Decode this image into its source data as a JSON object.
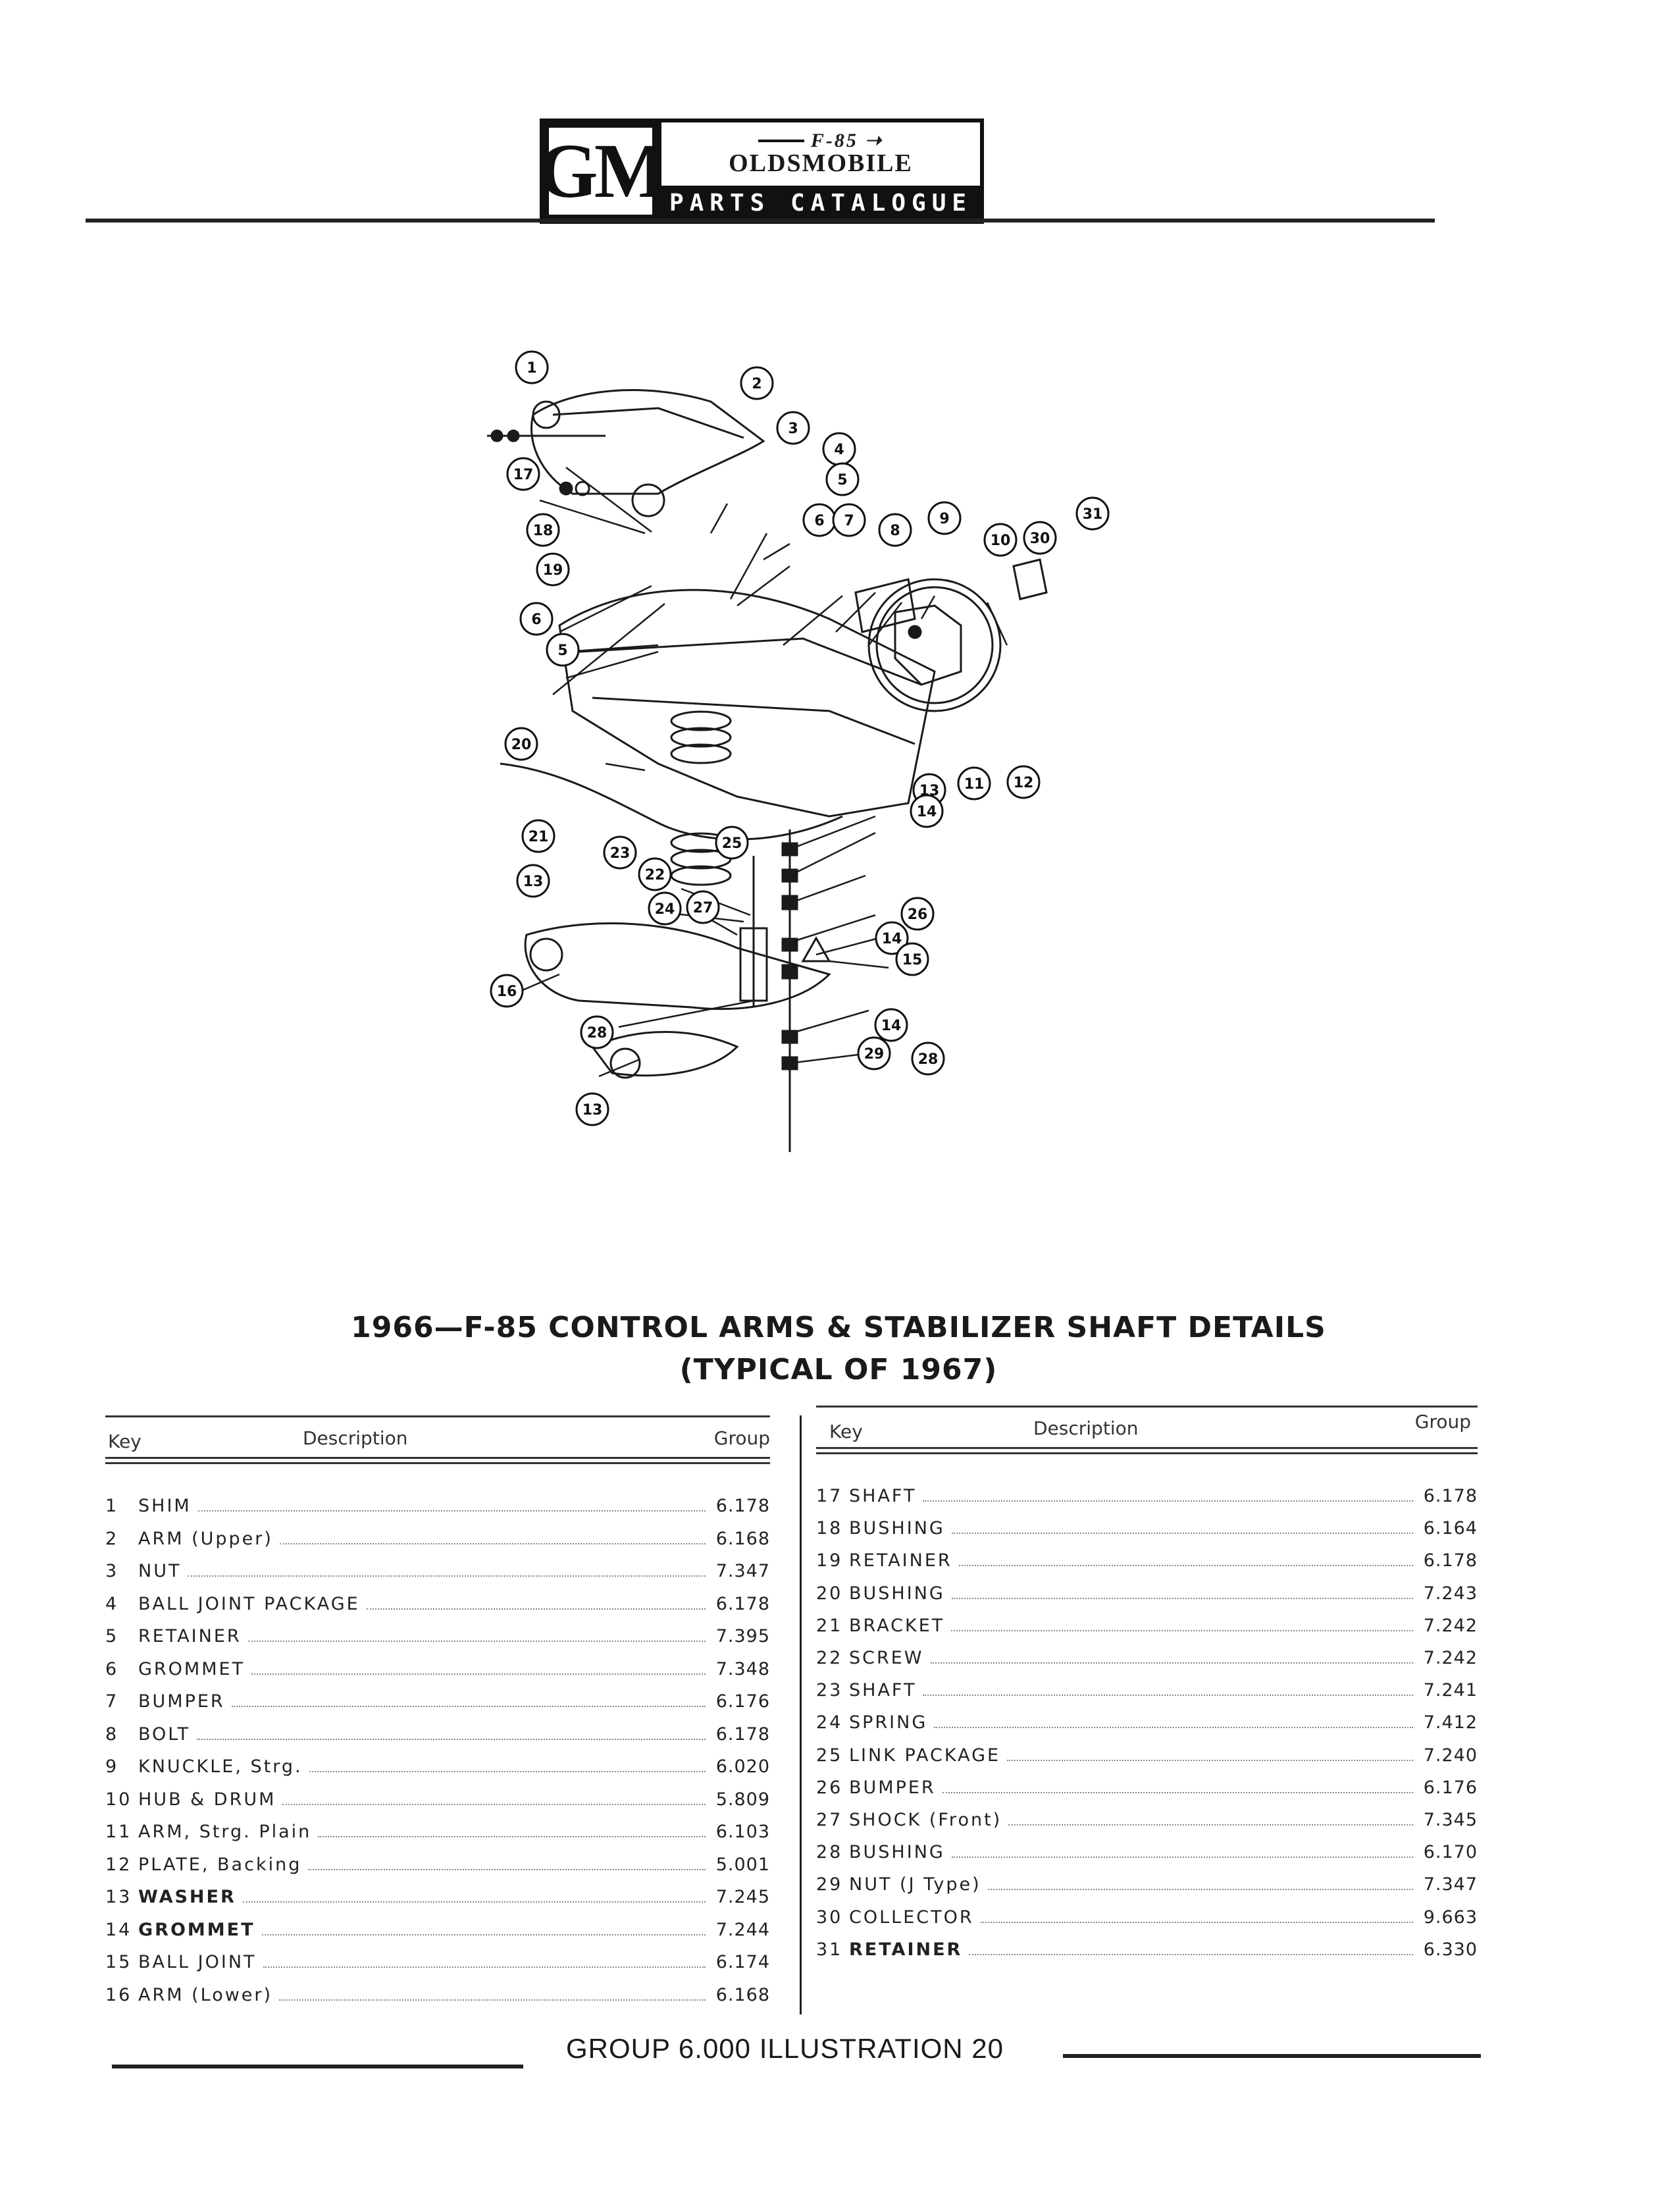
{
  "header": {
    "logo_gm": "GM",
    "logo_model": "F-85",
    "logo_make": "OLDSMOBILE",
    "logo_catalogue": "PARTS CATALOGUE"
  },
  "diagram": {
    "callouts": [
      "1",
      "2",
      "3",
      "4",
      "5",
      "6",
      "7",
      "8",
      "9",
      "10",
      "30",
      "31",
      "17",
      "18",
      "19",
      "6",
      "5",
      "20",
      "11",
      "12",
      "13",
      "14",
      "21",
      "23",
      "25",
      "13",
      "22",
      "24",
      "27",
      "26",
      "14",
      "15",
      "16",
      "28",
      "14",
      "29",
      "13",
      "28"
    ]
  },
  "title": {
    "line1": "1966—F-85 CONTROL ARMS & STABILIZER SHAFT DETAILS",
    "line2": "(TYPICAL OF 1967)"
  },
  "table_left": {
    "headers": {
      "key": "Key",
      "description": "Description",
      "group": "Group"
    },
    "rows": [
      {
        "key": "1",
        "description": "SHIM",
        "group": "6.178"
      },
      {
        "key": "2",
        "description": "ARM (Upper)",
        "group": "6.168"
      },
      {
        "key": "3",
        "description": "NUT",
        "group": "7.347"
      },
      {
        "key": "4",
        "description": "BALL JOINT PACKAGE",
        "group": "6.178"
      },
      {
        "key": "5",
        "description": "RETAINER",
        "group": "7.395"
      },
      {
        "key": "6",
        "description": "GROMMET",
        "group": "7.348"
      },
      {
        "key": "7",
        "description": "BUMPER",
        "group": "6.176"
      },
      {
        "key": "8",
        "description": "BOLT",
        "group": "6.178"
      },
      {
        "key": "9",
        "description": "KNUCKLE, Strg.",
        "group": "6.020"
      },
      {
        "key": "10",
        "description": "HUB & DRUM",
        "group": "5.809"
      },
      {
        "key": "11",
        "description": "ARM, Strg. Plain",
        "group": "6.103"
      },
      {
        "key": "12",
        "description": "PLATE, Backing",
        "group": "5.001"
      },
      {
        "key": "13",
        "description": "WASHER",
        "group": "7.245"
      },
      {
        "key": "14",
        "description": "GROMMET",
        "group": "7.244"
      },
      {
        "key": "15",
        "description": "BALL JOINT",
        "group": "6.174"
      },
      {
        "key": "16",
        "description": "ARM (Lower)",
        "group": "6.168"
      }
    ]
  },
  "table_right": {
    "headers": {
      "key": "Key",
      "description": "Description",
      "group": "Group"
    },
    "rows": [
      {
        "key": "17",
        "description": "SHAFT",
        "group": "6.178"
      },
      {
        "key": "18",
        "description": "BUSHING",
        "group": "6.164"
      },
      {
        "key": "19",
        "description": "RETAINER",
        "group": "6.178"
      },
      {
        "key": "20",
        "description": "BUSHING",
        "group": "7.243"
      },
      {
        "key": "21",
        "description": "BRACKET",
        "group": "7.242"
      },
      {
        "key": "22",
        "description": "SCREW",
        "group": "7.242"
      },
      {
        "key": "23",
        "description": "SHAFT",
        "group": "7.241"
      },
      {
        "key": "24",
        "description": "SPRING",
        "group": "7.412"
      },
      {
        "key": "25",
        "description": "LINK PACKAGE",
        "group": "7.240"
      },
      {
        "key": "26",
        "description": "BUMPER",
        "group": "6.176"
      },
      {
        "key": "27",
        "description": "SHOCK (Front)",
        "group": "7.345"
      },
      {
        "key": "28",
        "description": "BUSHING",
        "group": "6.170"
      },
      {
        "key": "29",
        "description": "NUT (J Type)",
        "group": "7.347"
      },
      {
        "key": "30",
        "description": "COLLECTOR",
        "group": "9.663"
      },
      {
        "key": "31",
        "description": "RETAINER",
        "group": "6.330"
      }
    ]
  },
  "footer": {
    "label": "GROUP 6.000 ILLUSTRATION 20"
  }
}
